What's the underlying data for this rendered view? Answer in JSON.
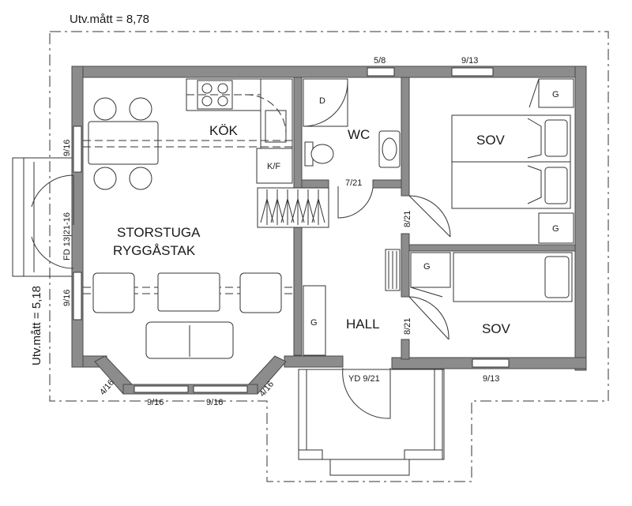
{
  "dimensions": {
    "width_label": "Utv.mått = 8,78",
    "depth_label": "Utv.mått = 5,18"
  },
  "rooms": {
    "living_line1": "STORSTUGA",
    "living_line2": "RYGGÅSTAK",
    "kitchen": "KÖK",
    "wc": "WC",
    "bedroom_1": "SOV",
    "bedroom_2": "SOV",
    "hall": "HALL"
  },
  "fixtures": {
    "fridge_freezer": "K/F",
    "shower": "D",
    "wardrobe": "G"
  },
  "openings": {
    "win_wc_top": "5/8",
    "win_bed1_top": "9/13",
    "win_left_upper": "9/16",
    "door_left": "FD 13|21-16",
    "win_left_lower": "9/16",
    "door_wc": "7/21",
    "door_bed1": "8/21",
    "door_bed2": "8/21",
    "win_bay_left": "4/16",
    "win_bay_bottom_1": "9/16",
    "win_bay_bottom_2": "9/16",
    "win_bay_right": "4/16",
    "door_entry": "YD 9/21",
    "win_bed2_bottom": "9/13"
  }
}
